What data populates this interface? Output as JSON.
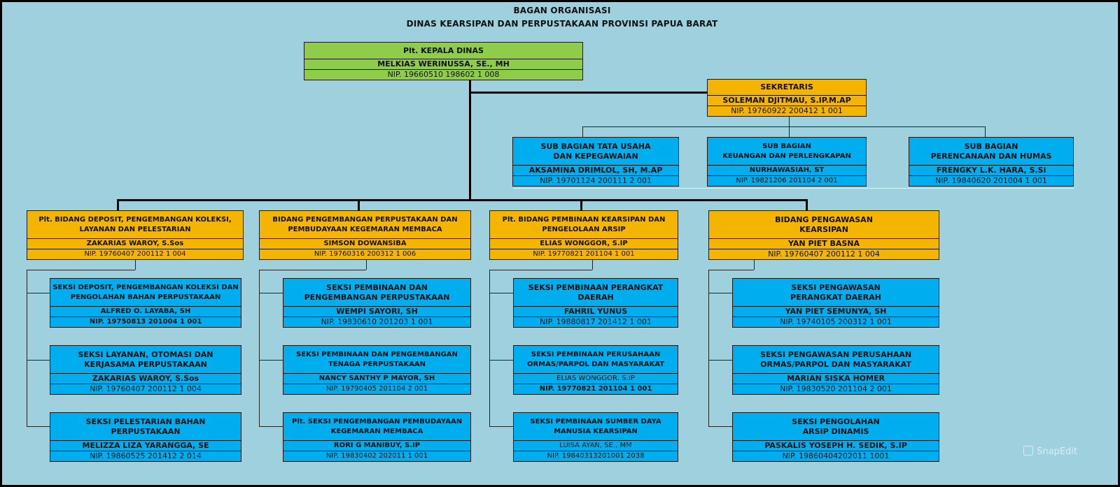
{
  "title": {
    "line1": "BAGAN ORGANISASI",
    "line2": "DINAS KEARSIPAN DAN PERPUSTAKAAN PROVINSI PAPUA BARAT"
  },
  "colors": {
    "head": "#8fcc4a",
    "bidang": "#f5b400",
    "seksi": "#00aeef",
    "background": "#9fd0de"
  },
  "head": {
    "role": "Plt. KEPALA DINAS",
    "name": "MELKIAS WERINUSSA, SE., MH",
    "nip": "NIP. 19660510 198602 1 008"
  },
  "secretary": {
    "role": "SEKRETARIS",
    "name": "SOLEMAN DJITMAU, S.IP.M.AP",
    "nip": "NIP. 19760922 200412 1 001"
  },
  "sub_bagian": [
    {
      "role1": "SUB BAGIAN TATA USAHA",
      "role2": "DAN KEPEGAWAIAN",
      "name": "AKSAMINA DRIMLOL, SH, M.AP",
      "nip": "NIP. 19701124 200111 2 001"
    },
    {
      "role1": "SUB BAGIAN",
      "role2": "KEUANGAN DAN PERLENGKAPAN",
      "name": "NURHAWASIAH, ST",
      "nip": "NIP. 19821206 201104 2 001"
    },
    {
      "role1": "SUB BAGIAN",
      "role2": "PERENCANAAN DAN HUMAS",
      "name": "FRENGKY L.K. HARA, S.Si",
      "nip": "NIP. 19840620 201004 1 001"
    }
  ],
  "bidang": [
    {
      "role1": "Plt. BIDANG DEPOSIT, PENGEMBANGAN KOLEKSI,",
      "role2": "LAYANAN DAN PELESTARIAN",
      "name": "ZAKARIAS WAROY, S.Sos",
      "nip": "NIP. 19760407 200112 1 004",
      "seksi": [
        {
          "role1": "SEKSI DEPOSIT, PENGEMBANGAN KOLEKSI DAN",
          "role2": "PENGOLAHAN BAHAN PERPUSTAKAAN",
          "name": "ALFRED O. LAYABA, SH",
          "nip": "NIP. 19750813 201004 1 001"
        },
        {
          "role1": "SEKSI LAYANAN, OTOMASI DAN",
          "role2": "KERJASAMA PERPUSTAKAAN",
          "name": "ZAKARIAS WAROY, S.Sos",
          "nip": "NIP. 19760407 200112 1 004"
        },
        {
          "role1": "SEKSI PELESTARIAN BAHAN",
          "role2": "PERPUSTAKAAN",
          "name": "MELIZZA LIZA YARANGGA, SE",
          "nip": "NIP. 19860525 201412 2 014"
        }
      ]
    },
    {
      "role1": "BIDANG PENGEMBANGAN PERPUSTAKAAN DAN",
      "role2": "PEMBUDAYAAN KEGEMARAN MEMBACA",
      "name": "SIMSON DOWANSIBA",
      "nip": "NIP. 19760316 200312 1 006",
      "seksi": [
        {
          "role1": "SEKSI PEMBINAAN DAN",
          "role2": "PENGEMBANGAN PERPUSTAKAAN",
          "name": "WEMPI SAYORI, SH",
          "nip": "NIP. 19830610 201203 1 001"
        },
        {
          "role1": "SEKSI PEMBINAAN DAN PENGEMBANGAN",
          "role2": "TENAGA PERPUSTAKAAN",
          "name": "NANCY SANTHY P MAYOR, SH",
          "nip": "NIP. 19790405 201104 2 001"
        },
        {
          "role1": "Plt. SEKSI PENGEMBANGAN PEMBUDAYAAN",
          "role2": "KEGEMARAN MEMBACA",
          "name": "RORI G MANIBUY, S.IP",
          "nip": "NIP. 19830402 202011 1 001"
        }
      ]
    },
    {
      "role1": "Plt. BIDANG PEMBINAAN KEARSIPAN DAN",
      "role2": "PENGELOLAAN ARSIP",
      "name": "ELIAS WONGGOR, S.IP",
      "nip": "NIP. 19770821 201104 1 001",
      "seksi": [
        {
          "role1": "SEKSI PEMBINAAN PERANGKAT",
          "role2": "DAERAH",
          "name": "FAHRIL YUNUS",
          "nip": "NIP. 19880817 201412 1 001"
        },
        {
          "role1": "SEKSI PEMBINAAN PERUSAHAAN",
          "role2": "ORMAS/PARPOL DAN MASYARAKAT",
          "name": "ELIAS WONGGOR, S.IP",
          "nip": "NIP. 19770821 201104 1 001"
        },
        {
          "role1": "SEKSI PEMBINAAN SUMBER DAYA",
          "role2": "MANUSIA KEARSIPAN",
          "name": "LUISA AYAN, SE., MM",
          "nip": "NIP. 19840313201001 2038"
        }
      ]
    },
    {
      "role1": "BIDANG PENGAWASAN",
      "role2": "KEARSIPAN",
      "name": "YAN PIET BASNA",
      "nip": "NIP. 19760407 200112 1 004",
      "seksi": [
        {
          "role1": "SEKSI PENGAWASAN",
          "role2": "PERANGKAT DAERAH",
          "name": "YAN PIET SEMUNYA, SH",
          "nip": "NIP. 19740105 200312 1 001"
        },
        {
          "role1": "SEKSI PENGAWASAN PERUSAHAAN",
          "role2": "ORMAS/PARPOL DAN MASYARAKAT",
          "name": "MARIAN SISKA HOMER",
          "nip": "NIP. 19830520 201104 2 001"
        },
        {
          "role1": "SEKSI PENGOLAHAN",
          "role2": "ARSIP DINAMIS",
          "name": "PASKALIS YOSEPH H. SEDIK, S.IP",
          "nip": "NIP. 19860404202011 1001"
        }
      ]
    }
  ],
  "watermark": "SnapEdit"
}
